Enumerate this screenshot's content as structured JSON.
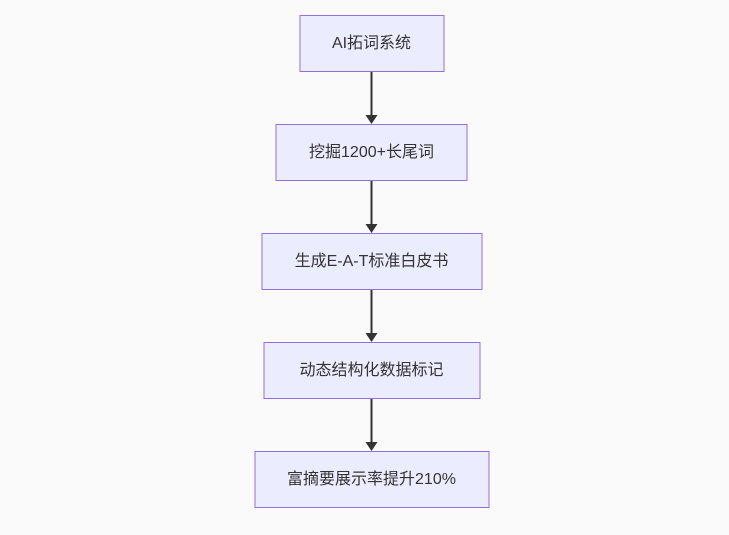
{
  "page": {
    "background_color": "#fafafa"
  },
  "diagram": {
    "type": "flowchart",
    "direction": "top-down",
    "style": {
      "node_fill": "#ECECFF",
      "node_border": "#9370DB",
      "arrow_color": "#333333",
      "text_color": "#333333"
    },
    "nodes": [
      {
        "label": "AI拓词系统"
      },
      {
        "label": "挖掘1200+长尾词"
      },
      {
        "label": "生成E-A-T标准白皮书"
      },
      {
        "label": "动态结构化数据标记"
      },
      {
        "label": "富摘要展示率提升210%"
      }
    ],
    "edges": [
      {
        "from": 0,
        "to": 1
      },
      {
        "from": 1,
        "to": 2
      },
      {
        "from": 2,
        "to": 3
      },
      {
        "from": 3,
        "to": 4
      }
    ]
  }
}
